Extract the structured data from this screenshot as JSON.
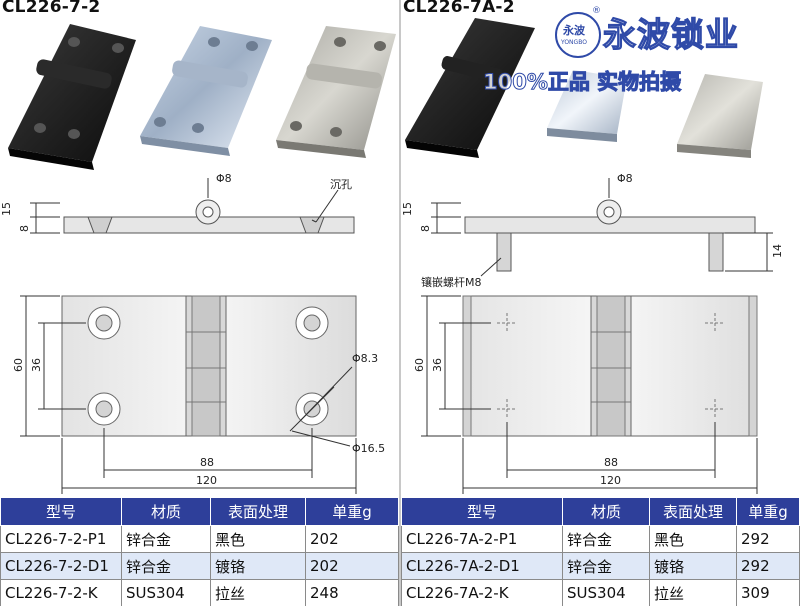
{
  "left": {
    "title": "CL226-7-2",
    "dims": {
      "phi_small": "Φ8",
      "countersink": "沉孔",
      "t15": "15",
      "t8": "8",
      "h60": "60",
      "h36": "36",
      "hole_d": "Φ8.3",
      "head_d": "Φ16.5",
      "w88": "88",
      "w120": "120"
    },
    "table": {
      "headers": [
        "型号",
        "材质",
        "表面处理",
        "单重g"
      ],
      "rows": [
        [
          "CL226-7-2-P1",
          "锌合金",
          "黑色",
          "202"
        ],
        [
          "CL226-7-2-D1",
          "锌合金",
          "镀铬",
          "202"
        ],
        [
          "CL226-7-2-K",
          "SUS304",
          "拉丝",
          "248"
        ]
      ]
    }
  },
  "right": {
    "title": "CL226-7A-2",
    "dims": {
      "phi_small": "Φ8",
      "t15": "15",
      "t8": "8",
      "stud": "镶嵌螺杆M8",
      "h14": "14",
      "h60": "60",
      "h36": "36",
      "w88": "88",
      "w120": "120"
    },
    "table": {
      "headers": [
        "型号",
        "材质",
        "表面处理",
        "单重g"
      ],
      "rows": [
        [
          "CL226-7A-2-P1",
          "锌合金",
          "黑色",
          "292"
        ],
        [
          "CL226-7A-2-D1",
          "锌合金",
          "镀铬",
          "292"
        ],
        [
          "CL226-7A-2-K",
          "SUS304",
          "拉丝",
          "309"
        ]
      ]
    }
  },
  "watermark": {
    "brand": "永波锁业",
    "slogan": "100%正品 实物拍摄",
    "logo_text": "永波",
    "logo_sub": "YONGBO",
    "registered": "®"
  }
}
